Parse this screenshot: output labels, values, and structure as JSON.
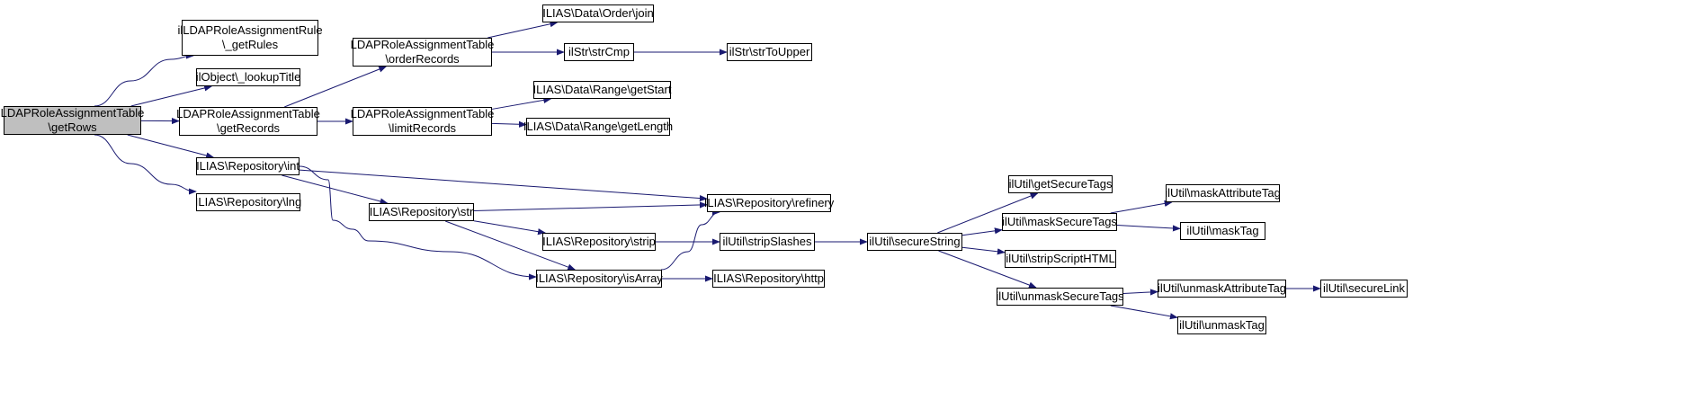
{
  "nodes": [
    {
      "id": "root",
      "lines": [
        "LDAPRoleAssignmentTable",
        "\\getRows"
      ]
    },
    {
      "id": "getRules",
      "lines": [
        "ilLDAPRoleAssignmentRule",
        "\\_getRules"
      ]
    },
    {
      "id": "lookupTitle",
      "lines": [
        "ilObject\\_lookupTitle"
      ]
    },
    {
      "id": "getRecords",
      "lines": [
        "LDAPRoleAssignmentTable",
        "\\getRecords"
      ]
    },
    {
      "id": "repoInt",
      "lines": [
        "ILIAS\\Repository\\int"
      ]
    },
    {
      "id": "repoLng",
      "lines": [
        "ILIAS\\Repository\\lng"
      ]
    },
    {
      "id": "orderRecords",
      "lines": [
        "LDAPRoleAssignmentTable",
        "\\orderRecords"
      ]
    },
    {
      "id": "limitRecords",
      "lines": [
        "LDAPRoleAssignmentTable",
        "\\limitRecords"
      ]
    },
    {
      "id": "repoStr",
      "lines": [
        "ILIAS\\Repository\\str"
      ]
    },
    {
      "id": "orderJoin",
      "lines": [
        "ILIAS\\Data\\Order\\join"
      ]
    },
    {
      "id": "strCmp",
      "lines": [
        "ilStr\\strCmp"
      ]
    },
    {
      "id": "rangeStart",
      "lines": [
        "ILIAS\\Data\\Range\\getStart"
      ]
    },
    {
      "id": "rangeLength",
      "lines": [
        "ILIAS\\Data\\Range\\getLength"
      ]
    },
    {
      "id": "repoStrip",
      "lines": [
        "ILIAS\\Repository\\strip"
      ]
    },
    {
      "id": "repoIsArray",
      "lines": [
        "ILIAS\\Repository\\isArray"
      ]
    },
    {
      "id": "strToUpper",
      "lines": [
        "ilStr\\strToUpper"
      ]
    },
    {
      "id": "repoRefinery",
      "lines": [
        "ILIAS\\Repository\\refinery"
      ]
    },
    {
      "id": "stripSlashes",
      "lines": [
        "ilUtil\\stripSlashes"
      ]
    },
    {
      "id": "repoHttp",
      "lines": [
        "ILIAS\\Repository\\http"
      ]
    },
    {
      "id": "secureString",
      "lines": [
        "ilUtil\\secureString"
      ]
    },
    {
      "id": "getSecureTags",
      "lines": [
        "ilUtil\\getSecureTags"
      ]
    },
    {
      "id": "maskSecureTags",
      "lines": [
        "ilUtil\\maskSecureTags"
      ]
    },
    {
      "id": "stripScriptHTML",
      "lines": [
        "ilUtil\\stripScriptHTML"
      ]
    },
    {
      "id": "unmaskSecureTags",
      "lines": [
        "ilUtil\\unmaskSecureTags"
      ]
    },
    {
      "id": "maskAttributeTag",
      "lines": [
        "ilUtil\\maskAttributeTag"
      ]
    },
    {
      "id": "maskTag",
      "lines": [
        "ilUtil\\maskTag"
      ]
    },
    {
      "id": "unmaskAttributeTag",
      "lines": [
        "ilUtil\\unmaskAttributeTag"
      ]
    },
    {
      "id": "unmaskTag",
      "lines": [
        "ilUtil\\unmaskTag"
      ]
    },
    {
      "id": "secureLink",
      "lines": [
        "ilUtil\\secureLink"
      ]
    }
  ],
  "edges": [
    [
      "root",
      "getRules"
    ],
    [
      "root",
      "lookupTitle"
    ],
    [
      "root",
      "getRecords"
    ],
    [
      "root",
      "repoInt"
    ],
    [
      "root",
      "repoLng"
    ],
    [
      "getRecords",
      "orderRecords"
    ],
    [
      "getRecords",
      "limitRecords"
    ],
    [
      "orderRecords",
      "orderJoin"
    ],
    [
      "orderRecords",
      "strCmp"
    ],
    [
      "strCmp",
      "strToUpper"
    ],
    [
      "limitRecords",
      "rangeStart"
    ],
    [
      "limitRecords",
      "rangeLength"
    ],
    [
      "repoInt",
      "repoRefinery"
    ],
    [
      "repoInt",
      "repoStr"
    ],
    [
      "repoInt",
      "repoIsArray"
    ],
    [
      "repoStr",
      "repoRefinery"
    ],
    [
      "repoStr",
      "repoStrip"
    ],
    [
      "repoStr",
      "repoIsArray"
    ],
    [
      "repoStrip",
      "stripSlashes"
    ],
    [
      "repoIsArray",
      "repoRefinery"
    ],
    [
      "repoIsArray",
      "repoHttp"
    ],
    [
      "stripSlashes",
      "secureString"
    ],
    [
      "secureString",
      "getSecureTags"
    ],
    [
      "secureString",
      "maskSecureTags"
    ],
    [
      "secureString",
      "stripScriptHTML"
    ],
    [
      "secureString",
      "unmaskSecureTags"
    ],
    [
      "maskSecureTags",
      "maskAttributeTag"
    ],
    [
      "maskSecureTags",
      "maskTag"
    ],
    [
      "unmaskSecureTags",
      "unmaskAttributeTag"
    ],
    [
      "unmaskSecureTags",
      "unmaskTag"
    ],
    [
      "unmaskAttributeTag",
      "secureLink"
    ]
  ],
  "colors": {
    "edge": "#191970",
    "node_border": "#000000",
    "root_fill": "#bfbfbf",
    "node_fill": "#ffffff"
  }
}
